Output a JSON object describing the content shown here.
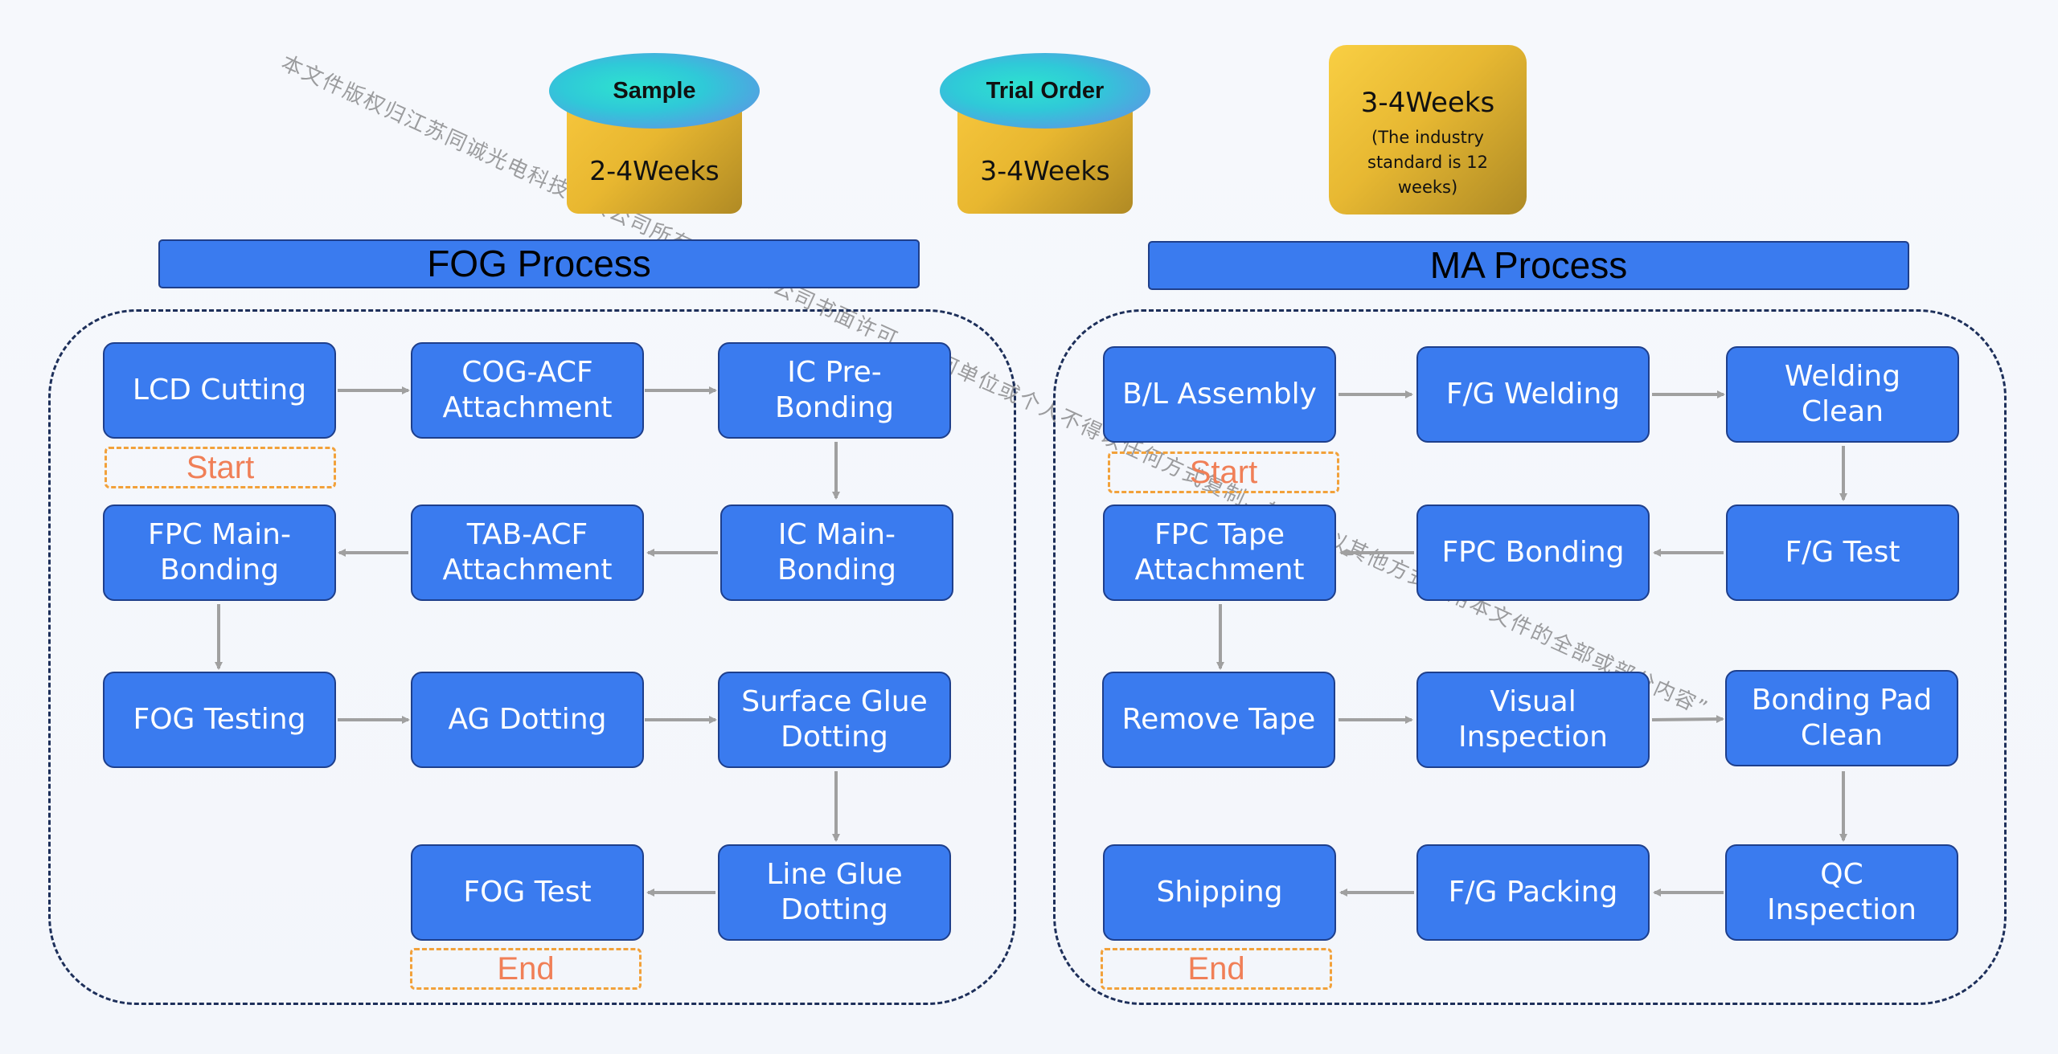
{
  "watermark": "本文件版权归江苏同诚光电科技有限公司所有，未经本公司书面许可，任何单位或个人不得以任何方式复制、转载或以其他方式使用本文件的全部或部分内容”",
  "timelines": {
    "sample": {
      "label": "Sample",
      "value": "2-4Weeks"
    },
    "trial": {
      "label": "Trial Order",
      "value": "3-4Weeks"
    },
    "mass": {
      "value": "3-4Weeks",
      "note": "(The industry standard is 12 weeks)"
    }
  },
  "fog": {
    "title": "FOG Process",
    "steps": [
      "LCD Cutting",
      "COG-ACF\nAttachment",
      "IC Pre-\nBonding",
      "FPC Main-\nBonding",
      "TAB-ACF\nAttachment",
      "IC Main-\nBonding",
      "FOG Testing",
      "AG Dotting",
      "Surface Glue\nDotting",
      "FOG Test",
      "Line Glue\nDotting"
    ],
    "start_label": "Start",
    "end_label": "End"
  },
  "ma": {
    "title": "MA Process",
    "steps": [
      "B/L Assembly",
      "F/G Welding",
      "Welding\nClean",
      "FPC Tape\nAttachment",
      "FPC Bonding",
      "F/G Test",
      "Remove Tape",
      "Visual\nInspection",
      "Bonding Pad\nClean",
      "Shipping",
      "F/G Packing",
      "QC\nInspection"
    ],
    "start_label": "Start",
    "end_label": "End"
  },
  "colors": {
    "step_fill": "#3a7bef",
    "tag_border": "#f2a13a",
    "tag_text": "#f07f57",
    "arrow": "#a0a0a0"
  }
}
